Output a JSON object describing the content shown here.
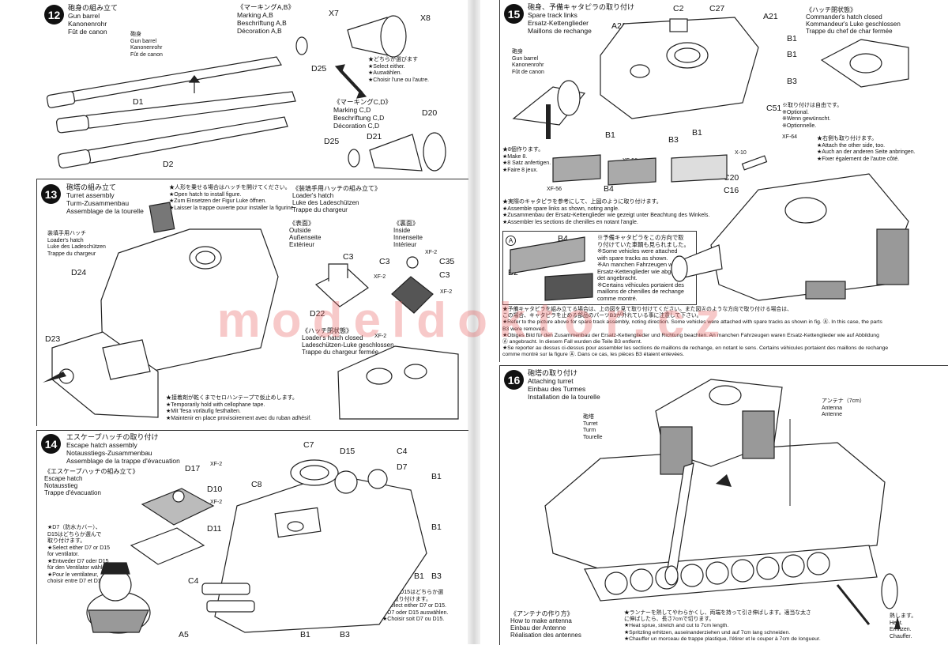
{
  "watermark": "modeldoktor.cz",
  "steps": {
    "s12": {
      "num": "12",
      "title": [
        "砲身の組み立て",
        "Gun barrel",
        "Kanonenrohr",
        "Fût de canon"
      ],
      "barrel_label": [
        "砲身",
        "Gun barrel",
        "Kanonenrohr",
        "Fût de canon"
      ],
      "marking_ab": [
        "《マーキングA,B》",
        "Marking A,B",
        "Beschriftung A,B",
        "Décoration A,B"
      ],
      "marking_cd": [
        "《マーキングC,D》",
        "Marking C,D",
        "Beschriftung C,D",
        "Décoration C,D"
      ],
      "select": [
        "★どちらか選びます",
        "★Select either.",
        "★Auswählen.",
        "★Choisir l'une ou l'autre."
      ],
      "parts": {
        "x7": "X7",
        "x8": "X8",
        "d25a": "D25",
        "d1": "D1",
        "d2": "D2",
        "d20": "D20",
        "d21": "D21",
        "d25b": "D25"
      }
    },
    "s13": {
      "num": "13",
      "title": [
        "砲塔の組み立て",
        "Turret assembly",
        "Turm-Zusammenbau",
        "Assemblage de la tourelle"
      ],
      "figure_note": [
        "★人形を乗せる場合はハッチを開けてください。",
        "★Open hatch to install figure.",
        "★Zum Einsetzen der Figur Luke öffnen.",
        "★Laisser la trappe ouverte pour installer la figurine."
      ],
      "loaders_hatch": [
        "装填手用ハッチ",
        "Loader's hatch",
        "Luke des Ladeschützen",
        "Trappe du chargeur"
      ],
      "loader_assembly": [
        "《装填手用ハッチの組み立て》",
        "Loader's hatch",
        "Luke des Ladeschützen",
        "Trappe du chargeur"
      ],
      "outside": [
        "《表面》",
        "Outside",
        "Außenseite",
        "Extérieur"
      ],
      "inside": [
        "《裏面》",
        "Inside",
        "Innenseite",
        "Intérieur"
      ],
      "hatch_closed": [
        "《ハッチ閉状態》",
        "Loader's hatch closed",
        "Ladeschützen-Luke geschlossen",
        "Trappe du chargeur fermée"
      ],
      "tape_note": [
        "★接着剤が乾くまでセロハンテープで仮止めします。",
        "★Temporarily hold with cellophane tape.",
        "★Mit Tesa vorläufig festhalten.",
        "★Maintenir en place provisoirement avec du ruban adhésif."
      ],
      "parts": {
        "d24": "D24",
        "d23": "D23",
        "c3a": "C3",
        "c3b": "C3",
        "c3c": "C3",
        "c35": "C35",
        "d22": "D22",
        "xf2a": "XF-2",
        "xf2b": "XF-2",
        "xf2c": "XF-2",
        "xf2d": "XF-2"
      }
    },
    "s14": {
      "num": "14",
      "title": [
        "エスケープハッチの取り付け",
        "Escape hatch assembly",
        "Notausstiegs-Zusammenbau",
        "Assemblage de la trappe d'évacuation"
      ],
      "escape": [
        "《エスケープハッチの組み立て》",
        "Escape hatch",
        "Notausstieg",
        "Trappe d'évacuation"
      ],
      "d7_note": [
        "★D7（防水カバー）、",
        "D15はどちらか選んで",
        "取り付けます。",
        "★Select either D7 or D15",
        "for ventilator.",
        "★Entweder D7 oder D15",
        "für den Ventilator wählen.",
        "★Pour le ventilateur,",
        "choisir entre D7 et D15."
      ],
      "d7_note2": [
        "★D7、D15はどちらか選",
        "んで取り付けます。",
        "★Select either D7 or D15.",
        "★D7 oder D15 auswählen.",
        "★Choisir soit D7 ou D15."
      ],
      "parts": {
        "d17": "D17",
        "d10": "D10",
        "d11": "D11",
        "c7": "C7",
        "c8": "C8",
        "d15": "D15",
        "c4a": "C4",
        "c4b": "C4",
        "d7": "D7",
        "b1a": "B1",
        "b1b": "B1",
        "b1c": "B1",
        "b1d": "B1",
        "b1e": "B1",
        "b3a": "B3",
        "b3b": "B3",
        "a5": "A5",
        "xf2a": "XF-2",
        "xf2b": "XF-2"
      }
    },
    "s15": {
      "num": "15",
      "title": [
        "砲身、予備キャタピラの取り付け",
        "Spare track links",
        "Ersatz-Kettenglieder",
        "Maillons de rechange"
      ],
      "barrel": [
        "砲身",
        "Gun barrel",
        "Kanonenrohr",
        "Fût de canon"
      ],
      "cmd_closed": [
        "《ハッチ閉状態》",
        "Commander's hatch closed",
        "Kommandeur's Luke geschlossen",
        "Trappe du chef de char fermée"
      ],
      "optional": [
        "※取り付けは自由です。",
        "※Optional.",
        "※Wenn gewünscht.",
        "※Optionnelle."
      ],
      "other_side": [
        "★右側も取り付けます。",
        "★Attach the other side, too.",
        "★Auch an der anderen Seite anbringen.",
        "★Fixer également de l'autre côté."
      ],
      "make8": [
        "★8個作ります。",
        "★Make 8.",
        "★8 Satz anfertigen.",
        "★Faire 8 jeux."
      ],
      "spare_note": [
        "★実際のキャタピラを参考にして、上図のように取り付けます。",
        "★Assemble spare links as shown, noting angle.",
        "★Zusammenbau der Ersatz-Kettenglieder wie gezeigt unter Beachtung des Winkels.",
        "★Assembler les sections de chenilles en notant l'angle."
      ],
      "box_note": [
        "※予備キャタピラをこの方向で取",
        "り付けていた車輌も見られました。",
        "※Some vehicles were attached",
        "with spare tracks as shown.",
        "※An manchen Fahrzeugen waren",
        "Ersatz-Kettenglieder wie abgebil-",
        "det angebracht.",
        "※Certains véhicules portaient des",
        "maillons de chenilles de rechange",
        "comme montré."
      ],
      "refer_note": [
        "★予備キャタピラを組み立てる場合は、上の図を見て取り付けてください。また図Ⓐのような方向で取り付ける場合は、",
        "この場合、キャタピラを止める部品のパーツB3が外れている事に注意して下さい。",
        "★Refer to the picture above for spare track assembly, noting direction. Some vehicles were attached with spare tracks as shown in fig. Ⓐ. In this case, the parts",
        "B3 were removed.",
        "★Obiges Bild für den Zusammenbau der Ersatz-Kettenglieder und Richtung beachten. An manchen Fahrzeugen waren Ersatz-Kettenglieder wie auf Abbildung",
        "Ⓐ angebracht. In diesem Fall wurden die Teile B3 entfernt.",
        "★Se reporter au dessus ci-dessus pour assembler les sections de maillons de rechange, en notant le sens. Certains véhicules portaient des maillons de rechange",
        "comme montré sur la figure Ⓐ. Dans ce cas, les pièces B3 étaient enlevées."
      ],
      "parts": {
        "c2": "C2",
        "c27": "C27",
        "a21a": "A21",
        "a21b": "A21",
        "b1a": "B1",
        "b1b": "B1",
        "b1c": "B1",
        "b1d": "B1",
        "b3a": "B3",
        "b3b": "B3",
        "c51": "C51",
        "x10": "X-10",
        "xf64": "XF-64",
        "xf56a": "XF-56",
        "xf56b": "XF-56",
        "b2a": "B2",
        "b4a": "B4",
        "c20": "C20",
        "c16": "C16",
        "b4b": "B4",
        "b2b": "B2",
        "circleA": "A"
      }
    },
    "s16": {
      "num": "16",
      "title": [
        "砲塔の取り付け",
        "Attaching turret",
        "Einbau des Turmes",
        "Installation de la tourelle"
      ],
      "turret": [
        "砲塔",
        "Turret",
        "Turm",
        "Tourelle"
      ],
      "antenna": [
        "アンテナ（7cm）",
        "Antenna",
        "Antenne"
      ],
      "how_antenna": [
        "《アンテナの作り方》",
        "How to make antenna",
        "Einbau der Antenne",
        "Réalisation des antennes"
      ],
      "runner_note": [
        "★ランナーを熱してやわらかくし、両端を持って引き伸ばします。適当な太さ",
        "に伸ばしたら、長さ7cmで切ります。",
        "★Heat sprue, stretch and cut to 7cm length.",
        "★Spritzling erhitzen, auseinanderziehen und auf 7cm lang schneiden.",
        "★Chauffer un morceau de trappe plastique, l'étirer et le couper à 7cm de longueur."
      ],
      "heat": [
        "熱します。",
        "Heat.",
        "Erhitzen.",
        "Chauffer."
      ]
    }
  }
}
